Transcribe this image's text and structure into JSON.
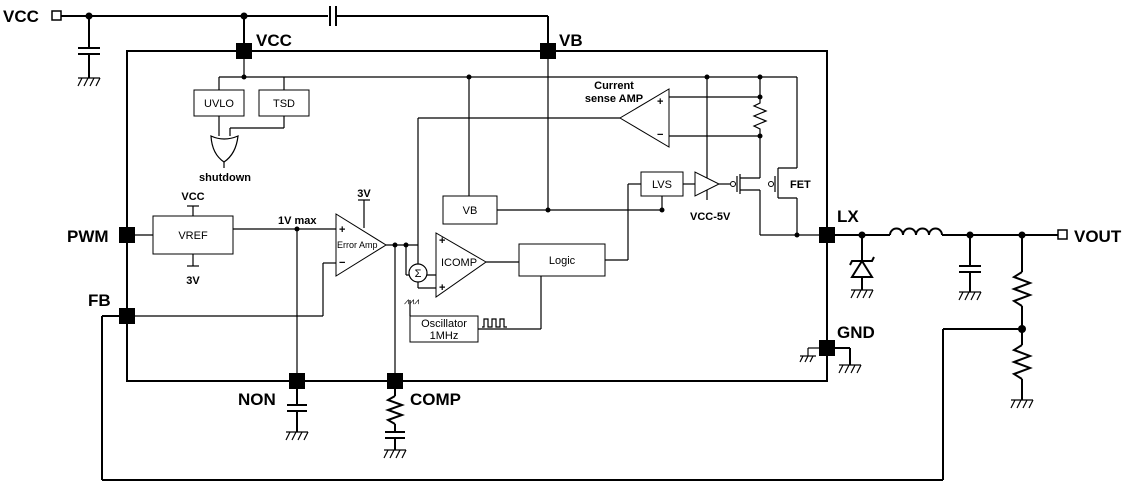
{
  "pins": {
    "vcc_ext": "VCC",
    "vcc": "VCC",
    "vb": "VB",
    "pwm": "PWM",
    "fb": "FB",
    "lx": "LX",
    "gnd": "GND",
    "non": "NON",
    "comp": "COMP",
    "vout": "VOUT"
  },
  "blocks": {
    "uvlo": "UVLO",
    "tsd": "TSD",
    "shutdown": "shutdown",
    "vref": "VREF",
    "vb": "VB",
    "lvs": "LVS",
    "logic": "Logic",
    "icomp": "ICOMP",
    "oscillator_line1": "Oscillator",
    "oscillator_line2": "1MHz",
    "error_amp": "Error Amp",
    "current_sense_line1": "Current",
    "current_sense_line2": "sense AMP",
    "fet": "FET",
    "sigma": "Σ"
  },
  "labels": {
    "vcc_vref": "VCC",
    "three_v_vref": "3V",
    "three_v_amp": "3V",
    "one_v_max": "1V max",
    "vcc_minus_5v": "VCC-5V",
    "plus": "+",
    "minus": "−"
  }
}
